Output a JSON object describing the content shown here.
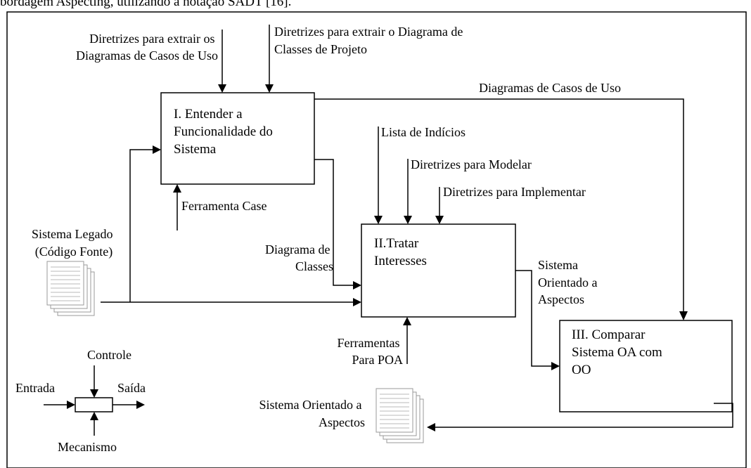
{
  "caption_fragment": "bordagem Aspecting, utilizando a notação SADT [16].",
  "processes": [
    {
      "lines": [
        "I.   Entender   a",
        "Funcionalidade do",
        "Sistema"
      ]
    },
    {
      "lines": [
        "II.Tratar",
        "Interesses"
      ]
    },
    {
      "lines": [
        "III.    Comparar",
        "Sistema  OA  com",
        "OO"
      ]
    }
  ],
  "controls": [
    {
      "lines": [
        "Diretrizes para extrair os",
        "Diagramas de Casos de Uso"
      ]
    },
    {
      "lines": [
        "Diretrizes para extrair o Diagrama de",
        "Classes de Projeto"
      ]
    },
    {
      "lines": [
        "Lista de Indícios"
      ]
    },
    {
      "lines": [
        "Diretrizes para Modelar"
      ]
    },
    {
      "lines": [
        "Diretrizes para Implementar"
      ]
    }
  ],
  "mechanisms": [
    {
      "lines": [
        "Ferramenta Case"
      ]
    },
    {
      "lines": [
        "Ferramentas",
        "Para POA"
      ]
    }
  ],
  "flows": [
    {
      "lines": [
        "Diagramas de Casos de Uso"
      ]
    },
    {
      "lines": [
        "Diagrama de",
        "Classes"
      ]
    },
    {
      "lines": [
        "Sistema",
        "Orientado a",
        "Aspectos"
      ]
    }
  ],
  "inputs": [
    {
      "lines": [
        "Sistema Legado",
        "(Código Fonte)"
      ]
    }
  ],
  "outputs": [
    {
      "lines": [
        "Sistema Orientado a",
        "Aspectos"
      ]
    }
  ],
  "legend": {
    "control": "Controle",
    "input": "Entrada",
    "output": "Saída",
    "mechanism": "Mecanismo"
  }
}
